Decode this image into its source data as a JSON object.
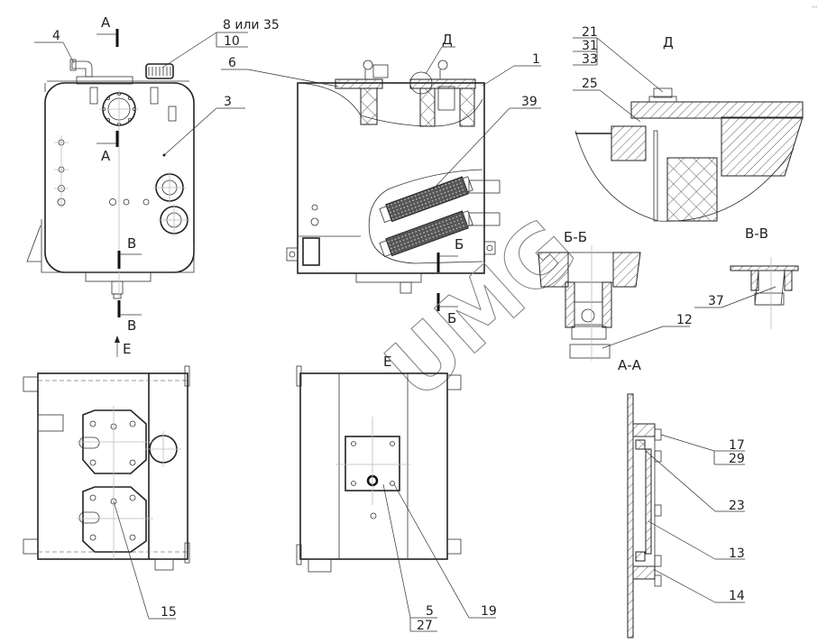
{
  "drawing": {
    "watermark": "UMG",
    "corner_mark": "--",
    "section_labels": {
      "a_top": "А",
      "a_bottom": "А",
      "v_top": "В",
      "v_bottom": "В",
      "b_top": "Б",
      "b_bottom": "Б",
      "view_e_arrow": "Е",
      "view_e_title": "Е",
      "detail_d_marker": "Д",
      "detail_d_title": "Д",
      "section_bb_title": "Б-Б",
      "section_vv_title": "В-В",
      "section_aa_title": "А-А"
    },
    "callouts": {
      "c4": "4",
      "c8_35": "8 или 35",
      "c10": "10",
      "c6": "6",
      "c3": "3",
      "c1": "1",
      "c39": "39",
      "c21": "21",
      "c31": "31",
      "c33": "33",
      "c25": "25",
      "c37": "37",
      "c12": "12",
      "c15": "15",
      "c5": "5",
      "c27": "27",
      "c19": "19",
      "c17": "17",
      "c29": "29",
      "c23": "23",
      "c13": "13",
      "c14": "14"
    }
  }
}
